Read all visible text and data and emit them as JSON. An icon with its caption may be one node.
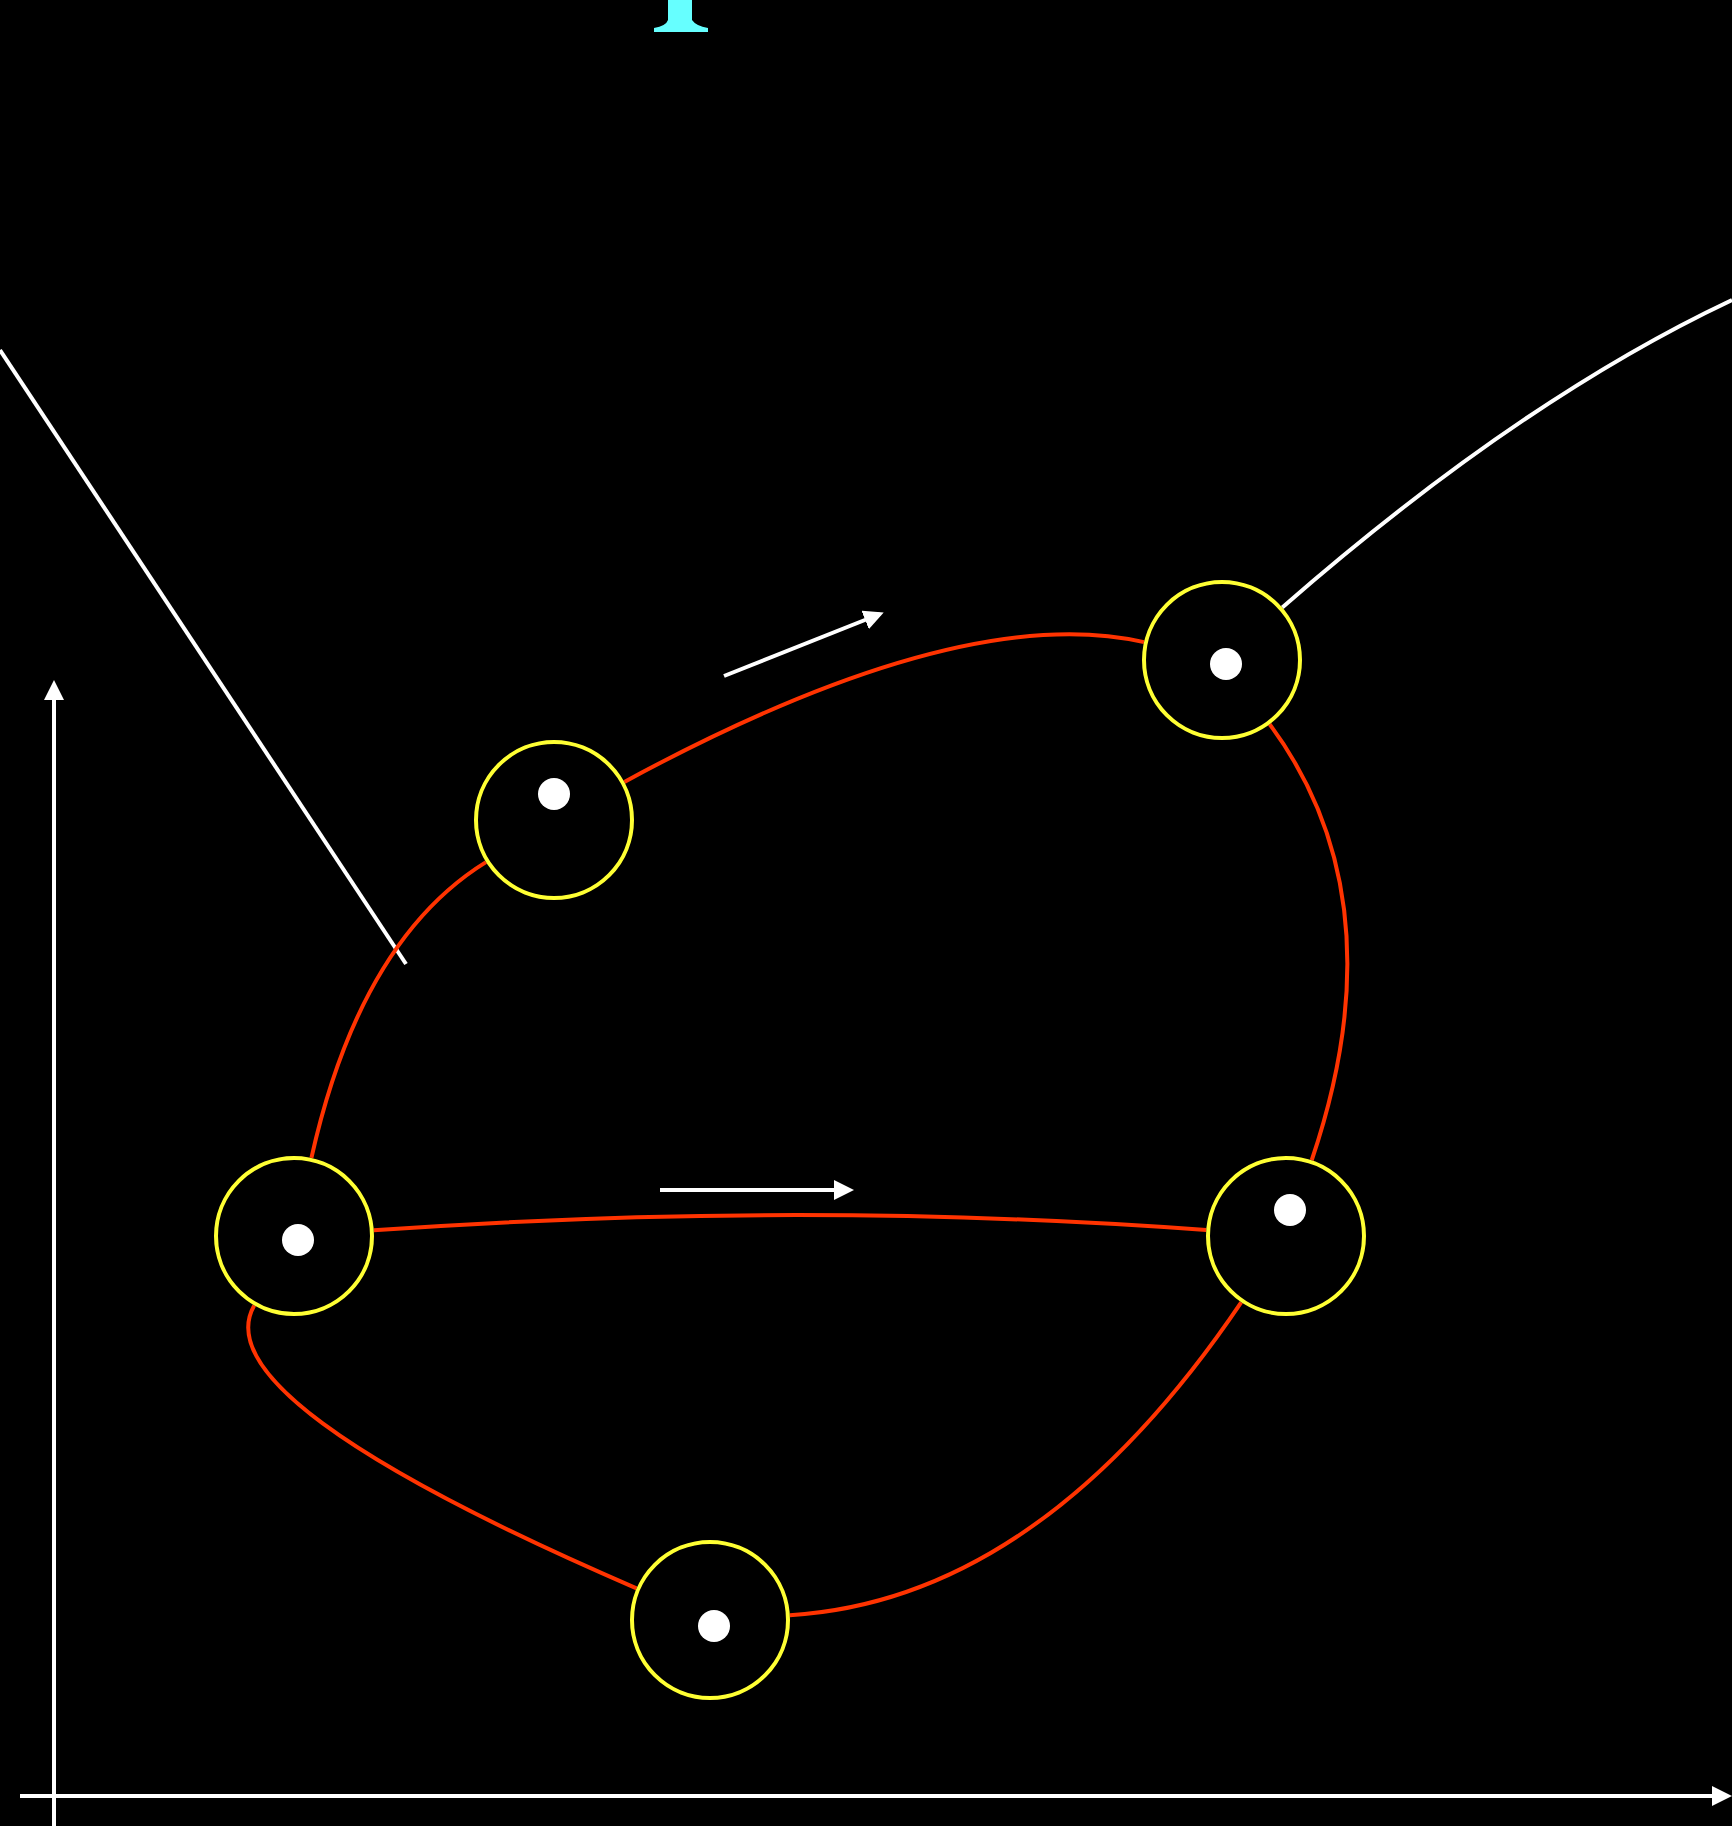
{
  "diagram": {
    "nodes": [
      {
        "text": [],
        "shape": "circle"
      },
      {
        "text": [],
        "shape": "circle"
      },
      {
        "text": [],
        "shape": "circle"
      },
      {
        "text": [],
        "shape": "circle"
      },
      {
        "text": [],
        "shape": "circle"
      }
    ],
    "edges": [
      {
        "from": 2,
        "to": 1,
        "arrow": "none"
      },
      {
        "from": 1,
        "to": 0,
        "arrow": "none"
      },
      {
        "from": 0,
        "to": 3,
        "arrow": "none"
      },
      {
        "from": 3,
        "to": 4,
        "arrow": "none"
      },
      {
        "from": 4,
        "to": 2,
        "arrow": "none"
      },
      {
        "from": 2,
        "to": 3,
        "arrow": "none"
      },
      {
        "from": 0,
        "to": null,
        "arrow": "none",
        "color": "#ffffff"
      }
    ]
  }
}
